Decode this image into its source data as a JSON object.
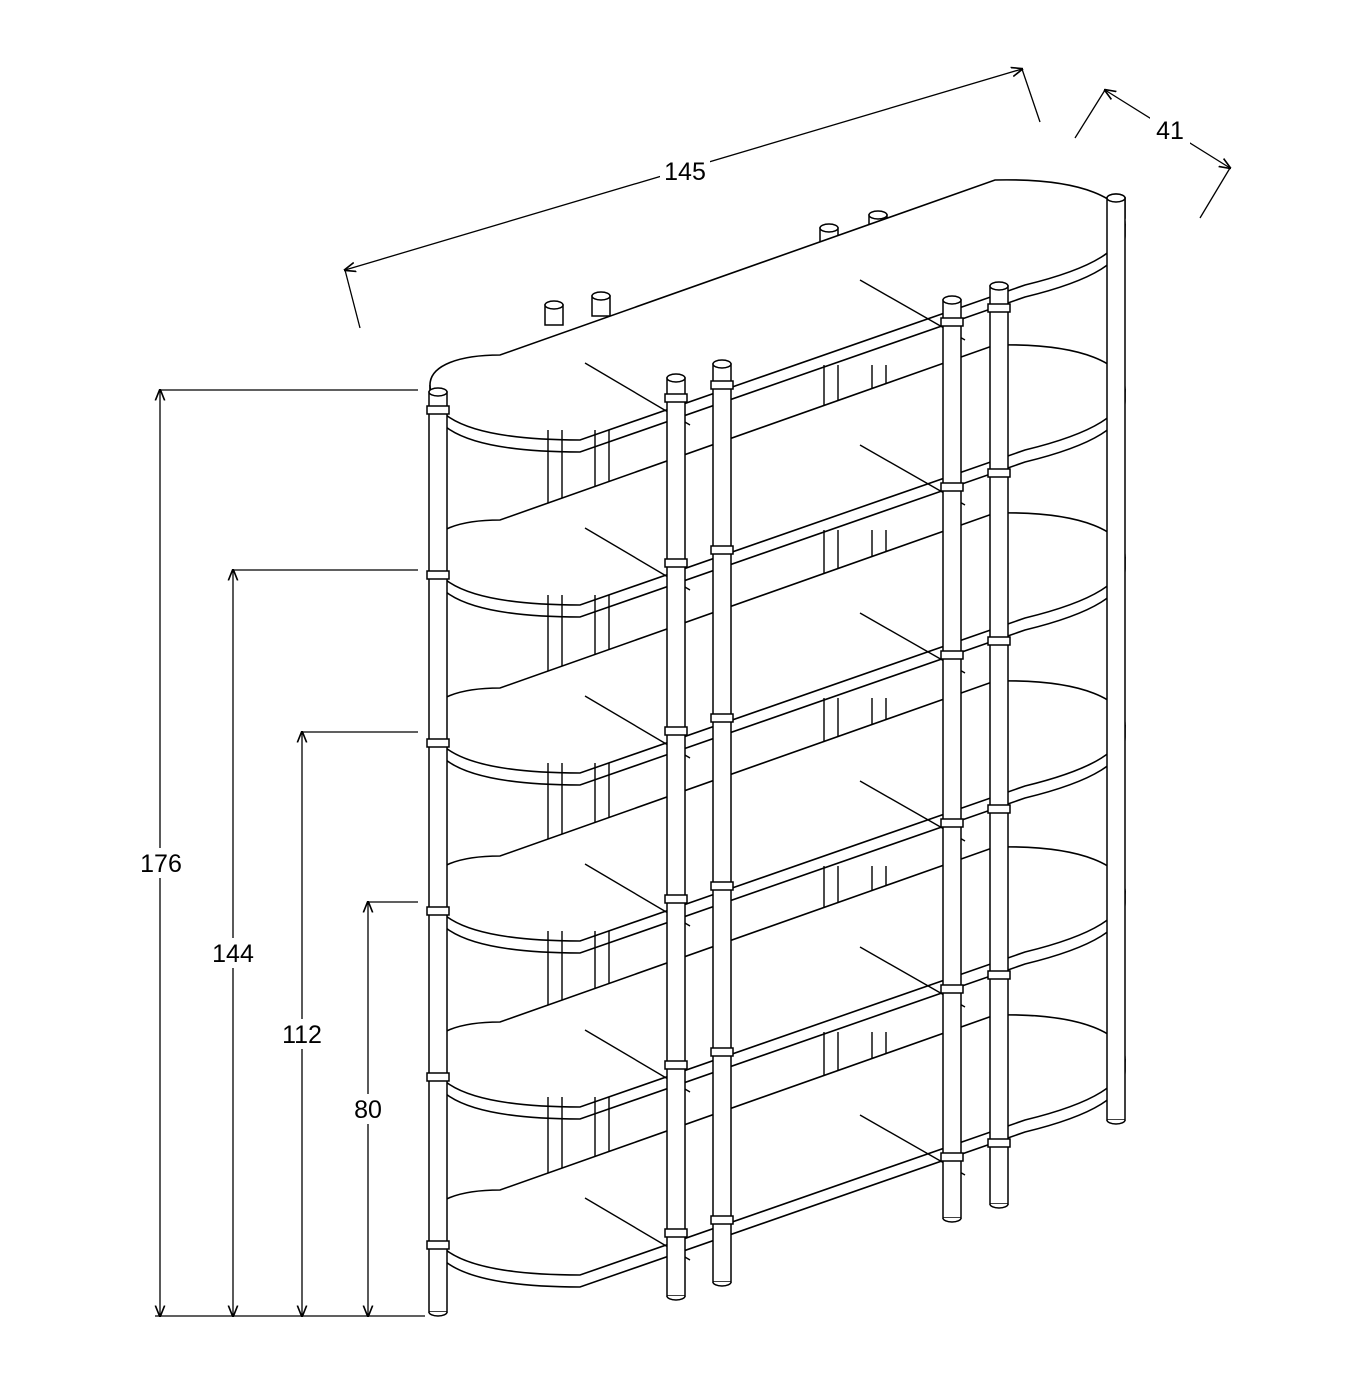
{
  "dimensions": {
    "width": "145",
    "depth": "41",
    "height_total": "176",
    "height_144": "144",
    "height_112": "112",
    "height_80": "80"
  },
  "colors": {
    "line": "#000000",
    "background": "#ffffff"
  }
}
